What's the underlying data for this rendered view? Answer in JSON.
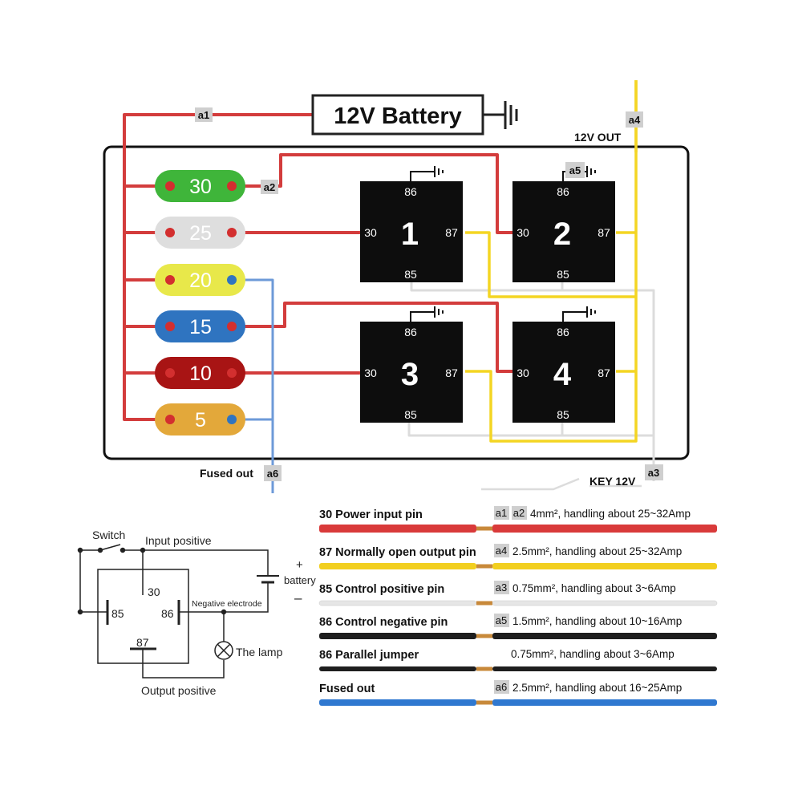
{
  "battery": {
    "label": "12V Battery"
  },
  "tags": {
    "a1": "a1",
    "a2": "a2",
    "a3": "a3",
    "a4": "a4",
    "a5": "a5",
    "a6": "a6"
  },
  "outputs": {
    "out_12v": "12V OUT",
    "fused_out": "Fused out",
    "key_12v": "KEY 12V"
  },
  "fuses": [
    {
      "rating": "30",
      "color": "#3fb53a",
      "text_color": "#ffffff"
    },
    {
      "rating": "25",
      "color": "#dedede",
      "text_color": "#ffffff"
    },
    {
      "rating": "20",
      "color": "#e8e84a",
      "text_color": "#ffffff"
    },
    {
      "rating": "15",
      "color": "#2f74c0",
      "text_color": "#ffffff"
    },
    {
      "rating": "10",
      "color": "#a81414",
      "text_color": "#ffffff"
    },
    {
      "rating": "5",
      "color": "#e3a83a",
      "text_color": "#ffffff"
    }
  ],
  "relays": [
    {
      "number": "1",
      "pin_86": "86",
      "pin_30": "30",
      "pin_87": "87",
      "pin_85": "85"
    },
    {
      "number": "2",
      "pin_86": "86",
      "pin_30": "30",
      "pin_87": "87",
      "pin_85": "85"
    },
    {
      "number": "3",
      "pin_86": "86",
      "pin_30": "30",
      "pin_87": "87",
      "pin_85": "85"
    },
    {
      "number": "4",
      "pin_86": "86",
      "pin_30": "30",
      "pin_87": "87",
      "pin_85": "85"
    }
  ],
  "schematic": {
    "switch": "Switch",
    "input_positive": "Input positive",
    "pin_30": "30",
    "pin_85": "85",
    "pin_86": "86",
    "pin_87": "87",
    "plus": "+",
    "battery": "battery",
    "minus": "–",
    "negative_electrode": "Negative electrode",
    "lamp": "The lamp",
    "output_positive": "Output positive"
  },
  "wire_legend": [
    {
      "title": "30 Power input pin",
      "tags": [
        "a1",
        "a2"
      ],
      "spec": "4mm², handling about 25~32Amp",
      "color": "#d93a3a",
      "thickness": "thick"
    },
    {
      "title": "87 Normally open output pin",
      "tags": [
        "a4"
      ],
      "spec": "2.5mm², handling about 25~32Amp",
      "color": "#f2cf1f",
      "thickness": "medium"
    },
    {
      "title": "85 Control positive pin",
      "tags": [
        "a3"
      ],
      "spec": "0.75mm², handling about 3~6Amp",
      "color": "#e6e6e6",
      "thickness": "thin"
    },
    {
      "title": "86 Control negative pin",
      "tags": [
        "a5"
      ],
      "spec": "1.5mm², handling about 10~16Amp",
      "color": "#1e1e1e",
      "thickness": "medium"
    },
    {
      "title": "86 Parallel jumper",
      "tags": [],
      "spec": "0.75mm², handling about 3~6Amp",
      "color": "#1e1e1e",
      "thickness": "thin"
    },
    {
      "title": "Fused out",
      "tags": [
        "a6"
      ],
      "spec": "2.5mm², handling about 16~25Amp",
      "color": "#2f78d0",
      "thickness": "medium"
    }
  ]
}
